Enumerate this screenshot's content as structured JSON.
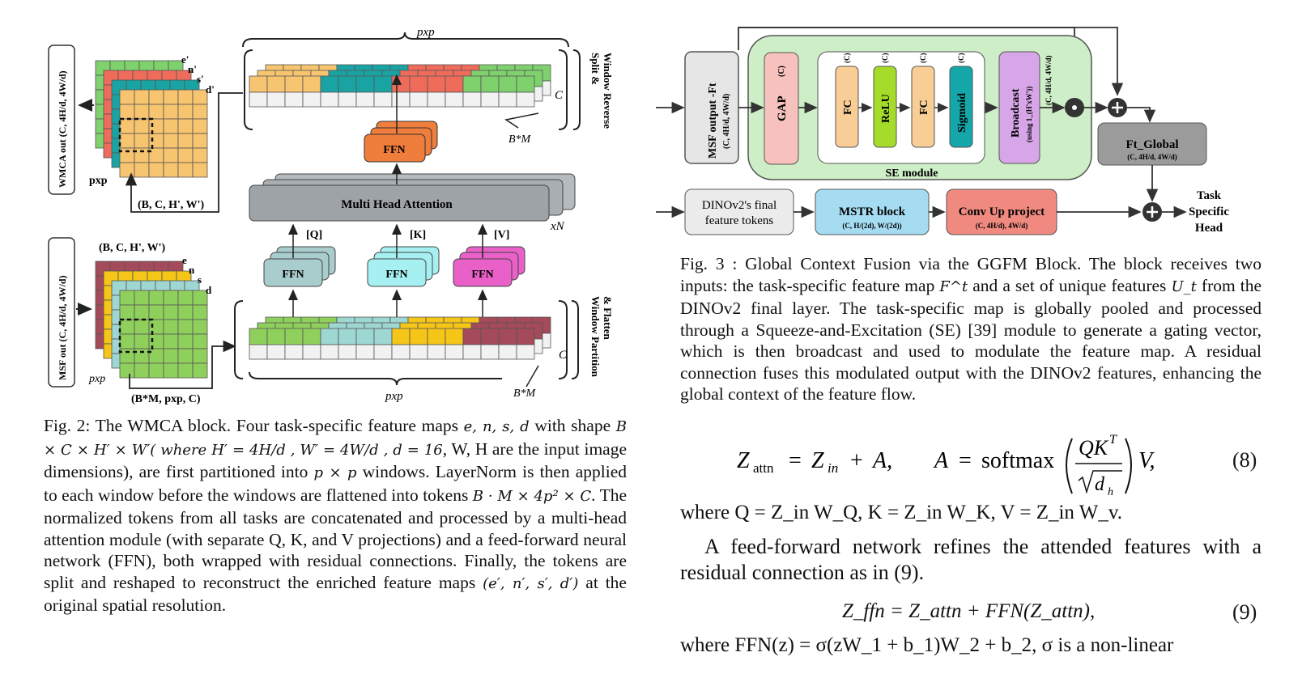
{
  "fig2": {
    "labels": {
      "pxp_top": "pxp",
      "split_reverse": "Split &",
      "split_reverse2": "Window Reverse",
      "C_top": "C",
      "BM_top": "B*M",
      "ffn_top": "FFN",
      "wmca_out": "WMCA out (C, 4H/d, 4W/d)",
      "e_prime": "e'",
      "n_prime": "n'",
      "s_prime": "s'",
      "d_prime": "d'",
      "pxp_left_top": "pxp",
      "bchw_top": "(B, C, H', W')",
      "mha": "Multi Head Attention",
      "xN": "xN",
      "q": "[Q]",
      "k": "[K]",
      "v": "[V]",
      "ffn_q": "FFN",
      "ffn_k": "FFN",
      "ffn_v": "FFN",
      "bchw_bottom": "(B, C, H', W')",
      "e": "e",
      "n": "n",
      "s": "s",
      "d": "d",
      "msf_out": "MSF out (C, 4H/d, 4W/d)",
      "pxp_left_bottom": "pxp",
      "window_partition": "Window Partition",
      "window_partition2": "& Flatten",
      "C_bottom": "C",
      "BM_bottom": "B*M",
      "pxp_bottom": "pxp",
      "bm_pxp_c": "(B*M, pxp, C)"
    },
    "caption_parts": [
      "Fig. 2: The WMCA block. Four task-specific feature maps ",
      "e, n, s, d",
      " with shape ",
      "B × C × H′ × W′",
      "( where H′ = 4H/d , W′ = 4W/d , d = 16",
      ", W, H are the input image dimensions), are first partitioned into ",
      "p × p",
      " windows. LayerNorm is then applied to each window before the windows are flattened into tokens ",
      "B · M × 4p² × C",
      ". The normalized tokens from all tasks are concatenated and processed by a multi-head attention module (with separate Q, K, and V projections) and a feed-forward neural network (FFN), both wrapped with residual connections. Finally, the tokens are split and reshaped to reconstruct the enriched feature maps ",
      "(e′, n′, s′, d′)",
      " at the original spatial resolution."
    ]
  },
  "fig3": {
    "labels": {
      "msf": "MSF output -Ft",
      "msf_sub": "(C, 4H/d, 4W/d)",
      "gap": "GAP",
      "gap_sub": "(C)",
      "fc1": "FC",
      "fc1_sub": "(C)",
      "relu": "ReLU",
      "relu_sub": "(C)",
      "fc2": "FC",
      "fc2_sub": "(C)",
      "sigmoid": "Sigmoid",
      "sigmoid_sub": "(C)",
      "broadcast": "Broadcast",
      "broadcast_sub": "(using 1_(H'xW'))",
      "broadcast_dim": "(C, 4H/d, 4W/d)",
      "se_module": "SE module",
      "ft_global": "Ft_Global",
      "ft_global_sub": "(C, 4H/d, 4W/d)",
      "dino1": "DINOv2's final",
      "dino2": "feature tokens",
      "mstr": "MSTR block",
      "mstr_sub": "(C, H/(2d), W/(2d))",
      "conv": "Conv Up project",
      "conv_sub": "(C, 4H/d), 4W/d)",
      "task1": "Task",
      "task2": "Specific",
      "task3": "Head"
    },
    "caption_parts": [
      "Fig. 3 : Global Context Fusion via the GGFM Block. The block receives two inputs: the task-specific feature map ",
      "F^t",
      " and a set of unique features ",
      "U_t",
      " from the DINOv2 final layer. The task-specific map is globally pooled and processed through a Squeeze-and-Excitation (SE) [39] module to generate a gating vector, which is then broadcast and used to modulate the feature map. A residual connection fuses this modulated output with the DINOv2 features, enhancing the global context of the feature flow."
    ]
  },
  "equations": {
    "eq8_number": "(8)",
    "where1": "where Q = Z_in W_Q, K = Z_in W_K, V = Z_in W_v.",
    "para": "A feed-forward network refines the attended features with a residual connection as in (9).",
    "eq9": "Z_ffn = Z_attn + FFN(Z_attn),",
    "eq9_number": "(9)",
    "where2": "where FFN(z) = σ(zW_1 + b_1)W_2 + b_2, σ is a non-linear"
  },
  "colors": {
    "orange": "#f7c46f",
    "teal": "#1aa3a3",
    "red": "#ef6b5a",
    "green": "#7fd16d",
    "yellow": "#f5c518",
    "maroon": "#a44a5a",
    "lightblue": "#9ed6d2",
    "green2": "#8fd05c",
    "ffn_orange": "#ef7d3c",
    "ffn_gray": "#a9cccc",
    "ffn_cyan": "#a6f0f2",
    "ffn_pink": "#e960c8",
    "mha_gray": "#9ea3a8",
    "se_green": "#cdeec6",
    "gap_pink": "#f7c2be",
    "fc_orange": "#f8cd96",
    "relu_green": "#a5dc2a",
    "sigmoid_teal": "#14a6a8",
    "broadcast_purple": "#d7a6e8",
    "mstr_blue": "#a6dcf2",
    "conv_red": "#f08a80"
  }
}
